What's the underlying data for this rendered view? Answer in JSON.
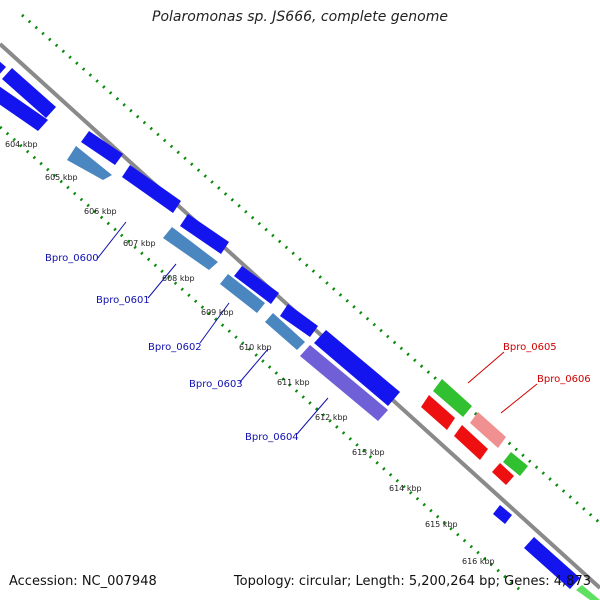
{
  "title": "Polaromonas sp. JS666, complete genome",
  "accession_text": "Accession: NC_007948",
  "summary_text": "Topology: circular; Length: 5,200,264 bp; Genes: 4,873",
  "colors": {
    "backbone": "#8a8a8a",
    "tick_green": "#0a8a0a",
    "blue_gene": "#1414ee",
    "steel_gene": "#4a86c0",
    "purple_gene": "#7060d8",
    "red_gene": "#ee1010",
    "green_gene": "#30c030",
    "pink_gene": "#f09090",
    "label_blue": "#1010b0",
    "label_red": "#d00000"
  },
  "scale_labels": [
    "604 kbp",
    "605 kbp",
    "606 kbp",
    "607 kbp",
    "608 kbp",
    "609 kbp",
    "610 kbp",
    "611 kbp",
    "612 kbp",
    "613 kbp",
    "614 kbp",
    "615 kbp",
    "616 kbp"
  ],
  "gene_labels": [
    {
      "id": "Bpro_0600",
      "color": "blue"
    },
    {
      "id": "Bpro_0601",
      "color": "blue"
    },
    {
      "id": "Bpro_0602",
      "color": "blue"
    },
    {
      "id": "Bpro_0603",
      "color": "blue"
    },
    {
      "id": "Bpro_0604",
      "color": "blue"
    },
    {
      "id": "Bpro_0605",
      "color": "red"
    },
    {
      "id": "Bpro_0606",
      "color": "red"
    }
  ]
}
